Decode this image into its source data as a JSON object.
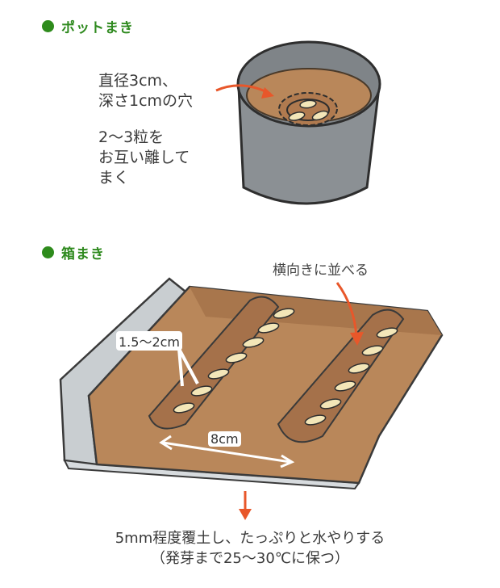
{
  "pot_section": {
    "title": "ポットまき",
    "hole_label_line1": "直径3cm、",
    "hole_label_line2": "深さ1cmの穴",
    "seed_label_line1": "2〜3粒を",
    "seed_label_line2": "お互い離して",
    "seed_label_line3": "まく"
  },
  "box_section": {
    "title": "箱まき",
    "row_label": "横向きに並べる",
    "depth_label": "1.5〜2cm",
    "spacing_label": "8cm",
    "note_line1": "5mm程度覆土し、たっぷりと水やりする",
    "note_line2": "（発芽まで25〜30℃に保つ）"
  },
  "colors": {
    "title_green": "#2f8a1f",
    "soil": "#b9875a",
    "pot": "#8a8f93",
    "arrow": "#e8572a",
    "seed": "#f3e6b8"
  }
}
